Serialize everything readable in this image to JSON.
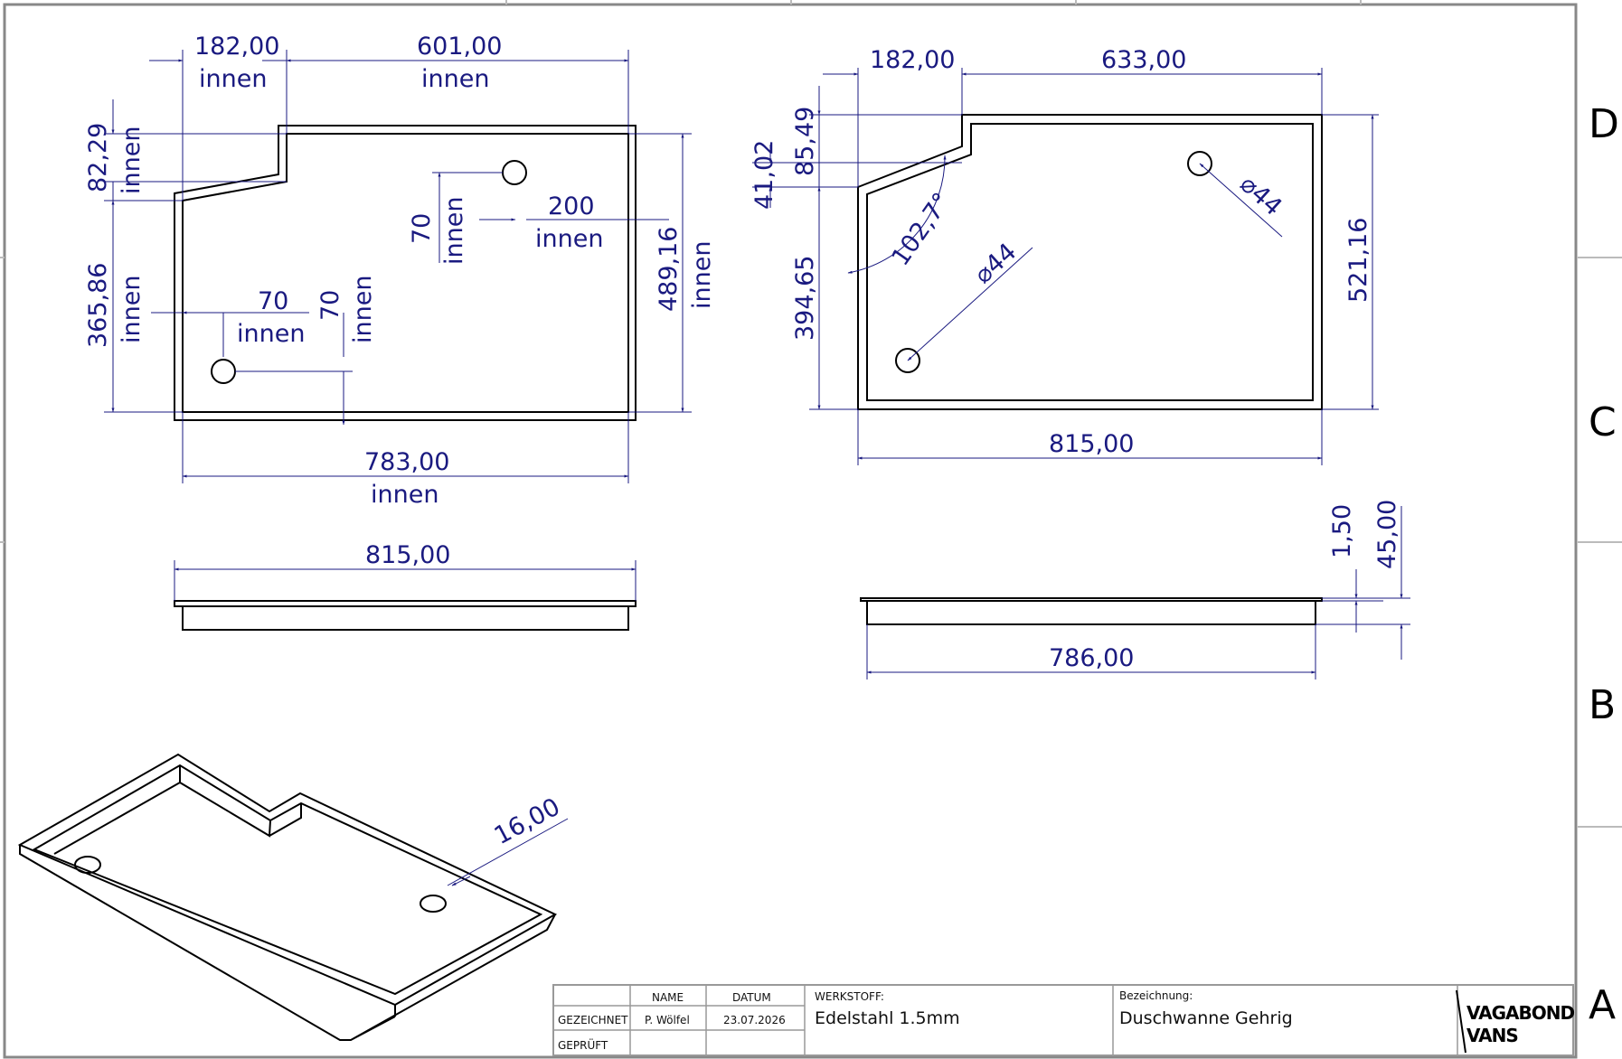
{
  "zones": [
    "D",
    "C",
    "B",
    "A"
  ],
  "view_top_inner": {
    "dim_182": "182,00",
    "dim_601": "601,00",
    "dim_8229": "82,29",
    "dim_36586": "365,86",
    "dim_70_a": "70",
    "dim_70_b": "70",
    "dim_70_c": "70",
    "dim_200": "200",
    "dim_48916": "489,16",
    "dim_783": "783,00",
    "innen": "innen"
  },
  "view_top_outer": {
    "dim_182": "182,00",
    "dim_633": "633,00",
    "dim_8549": "85,49",
    "dim_4102": "41,02",
    "dim_39465": "394,65",
    "dim_52116": "521,16",
    "dim_815": "815,00",
    "angle": "102,7°",
    "dia_1": "⌀44",
    "dia_2": "⌀44"
  },
  "view_front": {
    "dim_815": "815,00"
  },
  "view_side": {
    "dim_786": "786,00",
    "dim_150": "1,50",
    "dim_45": "45,00"
  },
  "view_iso": {
    "dim_16": "16,00"
  },
  "title_block": {
    "col_name": "NAME",
    "col_datum": "DATUM",
    "row_gezeichnet": "GEZEICHNET",
    "row_geprueft": "GEPRÜFT",
    "drawn_by": "P. Wölfel",
    "date": "23.07.2026",
    "material_label": "WERKSTOFF:",
    "material": "Edelstahl 1.5mm",
    "designation_label": "Bezeichnung:",
    "designation": "Duschwanne Gehrig",
    "logo_line1": "VAGABOND",
    "logo_line2": "VANS"
  }
}
